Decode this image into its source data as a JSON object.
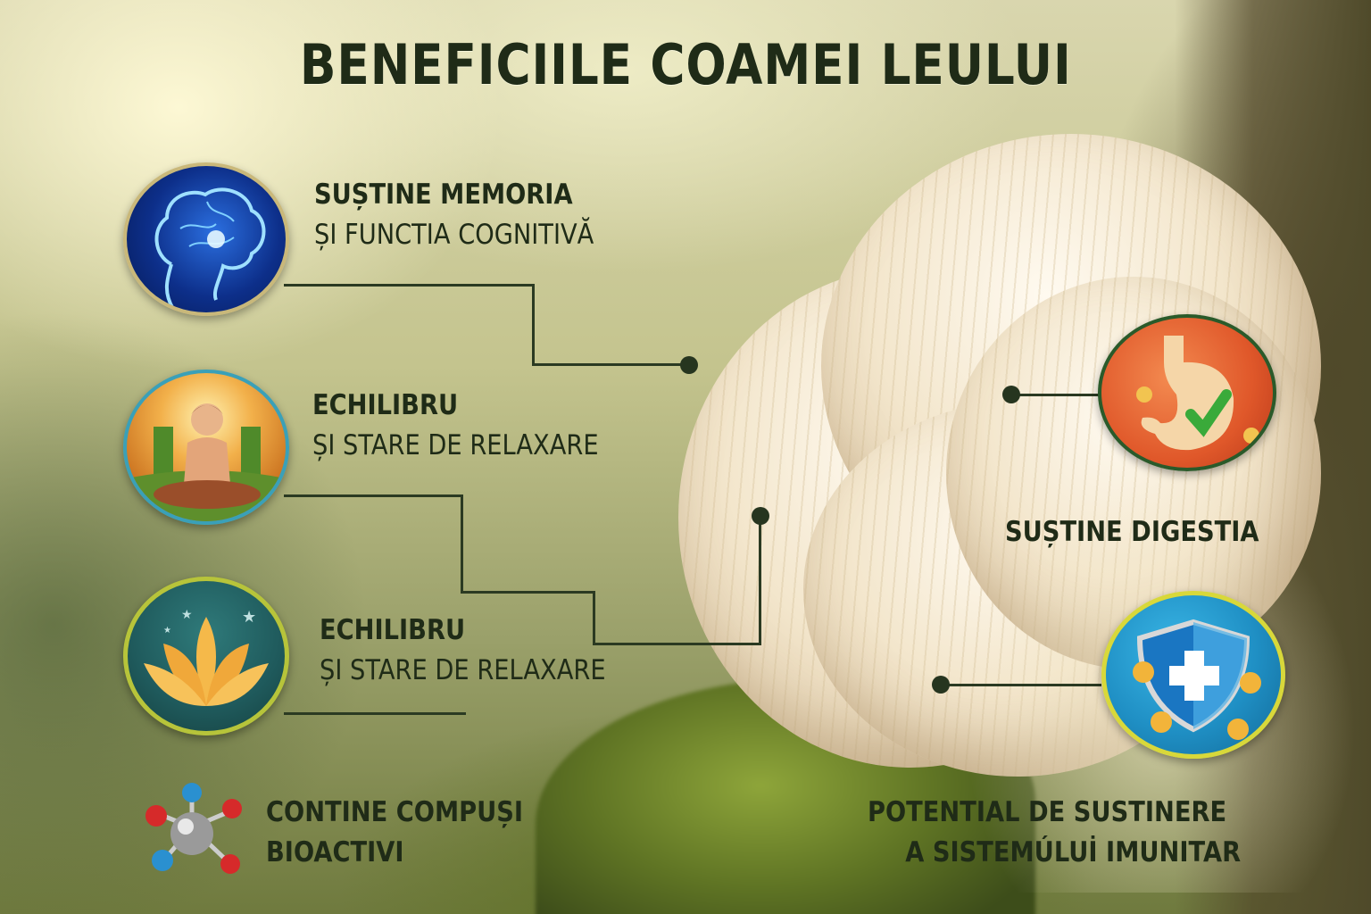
{
  "title": "BENEFICIILE COAMEI LEULUI",
  "benefits": [
    {
      "id": "memory",
      "line1": "SUȘTINE MEMORIA",
      "line2": "ȘI FUNCTIA COGNITIVĂ",
      "icon": "brain-icon",
      "side": "left"
    },
    {
      "id": "balance-1",
      "line1": "ECHILIBRU",
      "line2": "ȘI STARE DE RELAXARE",
      "icon": "meditation-icon",
      "side": "left"
    },
    {
      "id": "balance-2",
      "line1": "ECHILIBRU",
      "line2": "ȘI STARE DE RELAXARE",
      "icon": "lotus-icon",
      "side": "left"
    },
    {
      "id": "bioactive",
      "line1": "CONTINE COMPUȘI",
      "line2": "BIOACTIVI",
      "icon": "molecule-icon",
      "side": "left"
    },
    {
      "id": "digestion",
      "line1": "SUȘTINE DIGESTIA",
      "line2": "",
      "icon": "stomach-check-icon",
      "side": "right"
    },
    {
      "id": "immune",
      "line1": "POTENTIAL DE SUSTINERE",
      "line2": "A SISTEMÚLUİ IMUNITAR",
      "icon": "shield-cross-icon",
      "side": "right"
    }
  ],
  "colors": {
    "text": "#1f2b17",
    "connector": "#2b3a22",
    "brain_bg": "#0d2f8a",
    "meditation_bg": "#e8962e",
    "lotus_bg": "#1f5a5c",
    "stomach_bg": "#e0582a",
    "shield_bg": "#1f8fc4",
    "mushroom": "#f3e6cc"
  }
}
